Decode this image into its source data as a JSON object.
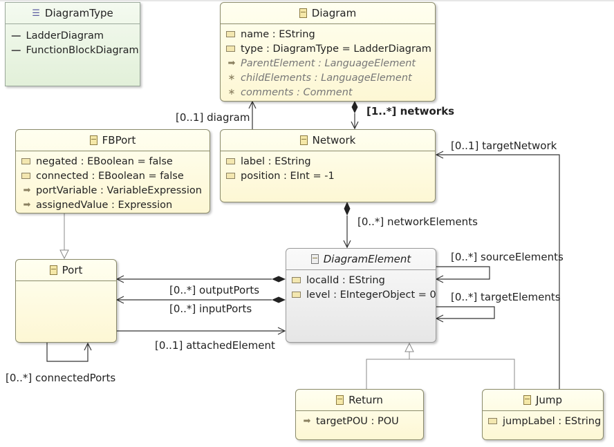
{
  "classes": {
    "diagram_type": {
      "name": "DiagramType",
      "literals": [
        "LadderDiagram",
        "FunctionBlockDiagram"
      ]
    },
    "diagram": {
      "name": "Diagram",
      "attrs": [
        {
          "text": "name : EString",
          "kind": "attribute"
        },
        {
          "text": "type : DiagramType = LadderDiagram",
          "kind": "attribute"
        },
        {
          "text": "ParentElement : LanguageElement",
          "kind": "reference"
        },
        {
          "text": "childElements : LanguageElement",
          "kind": "many-reference"
        },
        {
          "text": "comments : Comment",
          "kind": "many-reference"
        }
      ]
    },
    "fbport": {
      "name": "FBPort",
      "attrs": [
        {
          "text": "negated : EBoolean = false",
          "kind": "attribute"
        },
        {
          "text": "connected : EBoolean = false",
          "kind": "attribute"
        },
        {
          "text": "portVariable : VariableExpression",
          "kind": "reference"
        },
        {
          "text": "assignedValue : Expression",
          "kind": "reference"
        }
      ]
    },
    "network": {
      "name": "Network",
      "attrs": [
        {
          "text": "label : EString",
          "kind": "attribute"
        },
        {
          "text": "position : EInt = -1",
          "kind": "attribute"
        }
      ]
    },
    "port": {
      "name": "Port",
      "attrs": []
    },
    "diagram_element": {
      "name": "DiagramElement",
      "attrs": [
        {
          "text": "localId : EString",
          "kind": "attribute"
        },
        {
          "text": "level : EIntegerObject = 0",
          "kind": "attribute"
        }
      ]
    },
    "return": {
      "name": "Return",
      "attrs": [
        {
          "text": "targetPOU : POU",
          "kind": "reference"
        }
      ]
    },
    "jump": {
      "name": "Jump",
      "attrs": [
        {
          "text": "jumpLabel : EString",
          "kind": "attribute"
        }
      ]
    }
  },
  "edges": {
    "diagram": "[0..1] diagram",
    "networks": "[1..*] networks",
    "target_network": "[0..1] targetNetwork",
    "network_elements": "[0..*] networkElements",
    "source_elements": "[0..*] sourceElements",
    "target_elements": "[0..*] targetElements",
    "output_ports": "[0..*] outputPorts",
    "input_ports": "[0..*] inputPorts",
    "attached_element": "[0..1] attachedElement",
    "connected_ports": "[0..*] connectedPorts"
  }
}
